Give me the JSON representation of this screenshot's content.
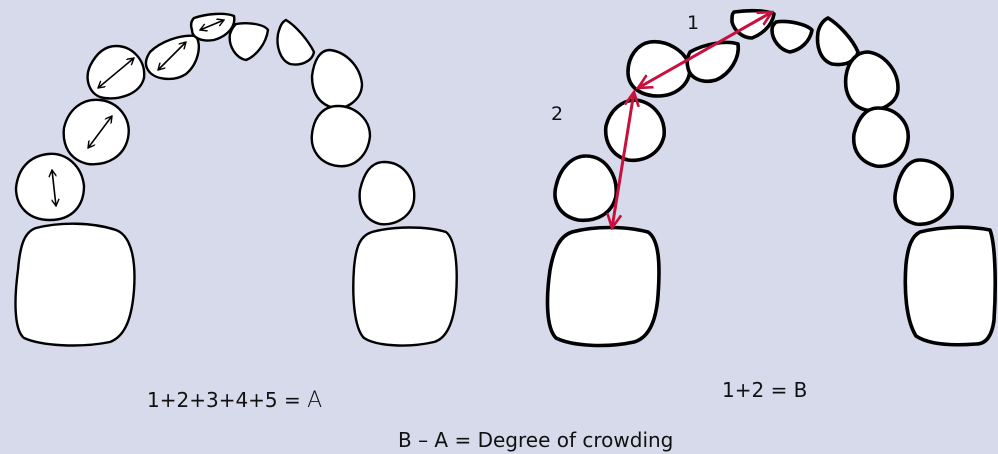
{
  "labels": {
    "left_equation_prefix": "1+2+3+4+5 =",
    "left_equation_result": "A",
    "right_equation": "1+2 = B",
    "segment_1": "1",
    "segment_2": "2",
    "conclusion": "B – A = Degree of crowding"
  },
  "colors": {
    "background": "#d6daea",
    "tooth_fill": "#ffffff",
    "outline": "#000000",
    "measure_arrow": "#c8103e"
  },
  "icons": {
    "left_arch": "dental-arch-with-tooth-width-arrows",
    "right_arch": "dental-arch-with-segment-arrows"
  }
}
